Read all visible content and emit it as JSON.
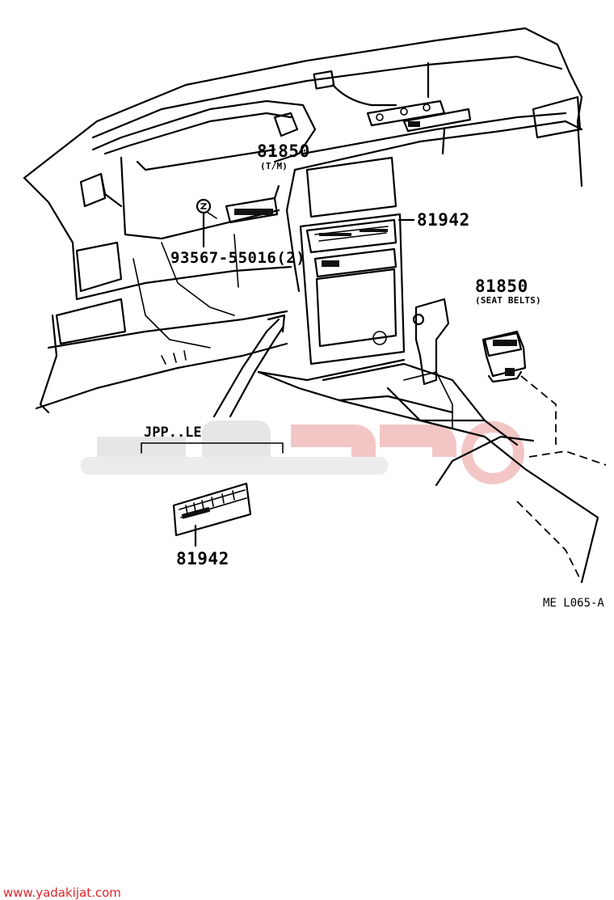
{
  "callouts": {
    "switch_tm_number": "81850",
    "switch_tm_note": "(T/M)",
    "screw_number": "93567-55016(2)",
    "panel_number_main": "81942",
    "switch_seat_number": "81850",
    "switch_seat_note": "(SEAT BELTS)",
    "variant_label": "JPP..LE",
    "panel_number_detail": "81942"
  },
  "diagram_code": "ME L065-A",
  "watermark": {
    "site": "www.yadakijat.com",
    "color": "#e0242a"
  },
  "colors": {
    "line": "#000000",
    "watermark_grey": "#e2e2e2",
    "watermark_red": "#f2c4c4",
    "footer_text": "#e0242a"
  }
}
